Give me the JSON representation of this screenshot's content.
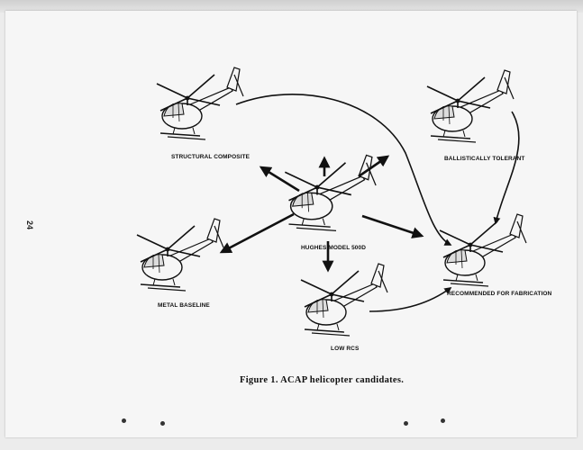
{
  "page_number": "24",
  "figure_caption": "Figure 1.  ACAP helicopter candidates.",
  "candidates": {
    "structural_composite": "STRUCTURAL COMPOSITE",
    "ballistically_tolerant": "BALLISTICALLY TOLERANT",
    "hughes_model": "HUGHES MODEL 500D",
    "metal_baseline": "METAL BASELINE",
    "low_rcs": "LOW RCS",
    "recommended": "RECOMMENDED FOR FABRICATION"
  },
  "icons": {
    "helicopter": "helicopter-icon",
    "arrow": "arrow-icon"
  },
  "colors": {
    "ink": "#111111",
    "paper": "#f6f6f6"
  }
}
